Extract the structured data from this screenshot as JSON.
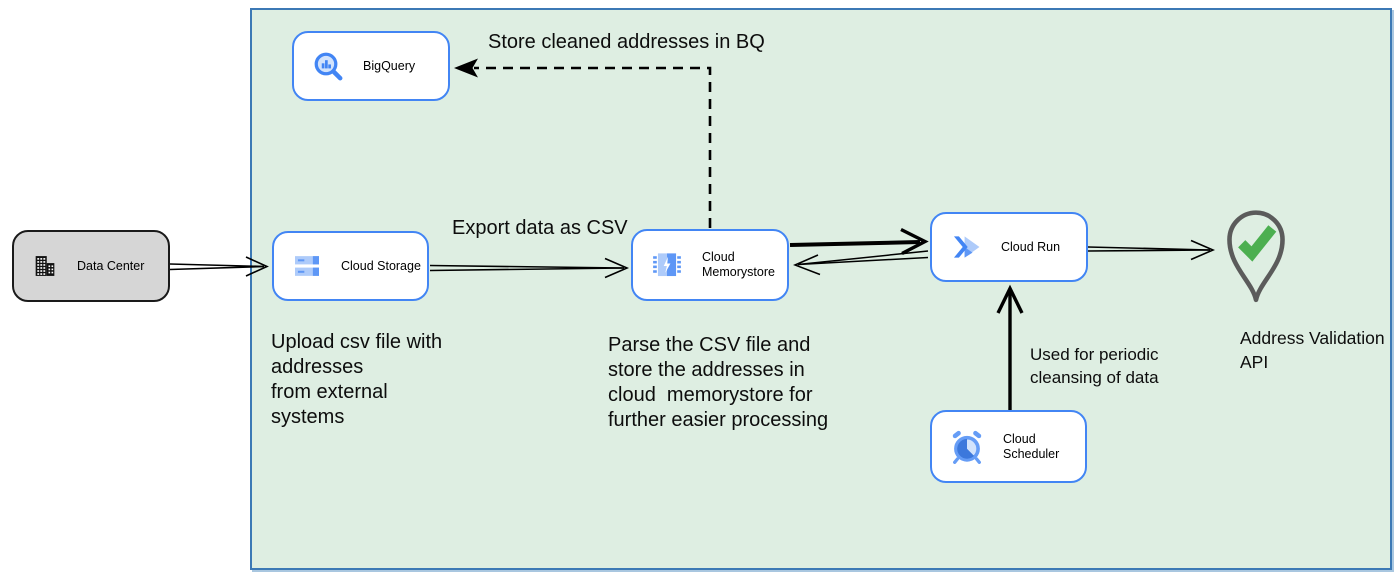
{
  "nodes": {
    "data_center": {
      "label": "Data Center"
    },
    "bigquery": {
      "label": "BigQuery"
    },
    "cloud_storage": {
      "label": "Cloud Storage"
    },
    "cloud_memorystore": {
      "label": "Cloud Memorystore"
    },
    "cloud_run": {
      "label": "Cloud Run"
    },
    "cloud_scheduler": {
      "label": "Cloud Scheduler"
    }
  },
  "endpoint": {
    "label": "Address Validation API"
  },
  "edge_labels": {
    "store_bq": "Store cleaned addresses in BQ",
    "export_csv": "Export data as CSV",
    "scheduler_note": "Used for periodic\ncleansing of data"
  },
  "notes": {
    "upload": "Upload csv file with\naddresses\nfrom external\nsystems",
    "parse": "Parse the CSV file and\nstore the addresses in\ncloud  memorystore for\nfurther easier processing"
  },
  "icons": {
    "data_center": "building-icon",
    "bigquery": "magnifier-bar-chart-icon",
    "cloud_storage": "storage-bars-icon",
    "cloud_memorystore": "memory-chip-bolt-icon",
    "cloud_run": "run-chevron-icon",
    "cloud_scheduler": "alarm-clock-icon",
    "endpoint": "map-pin-check-icon"
  },
  "colors": {
    "container_fill": "#deeee2",
    "container_border": "#3c79b5",
    "node_border": "#4285f4",
    "node_fill": "#ffffff",
    "dc_fill": "#d6d6d6",
    "arrow": "#000000",
    "check_green": "#4caf50",
    "pin_gray": "#5b5b5b",
    "blue": "#4285f4",
    "blue_light": "#aecbfa"
  }
}
